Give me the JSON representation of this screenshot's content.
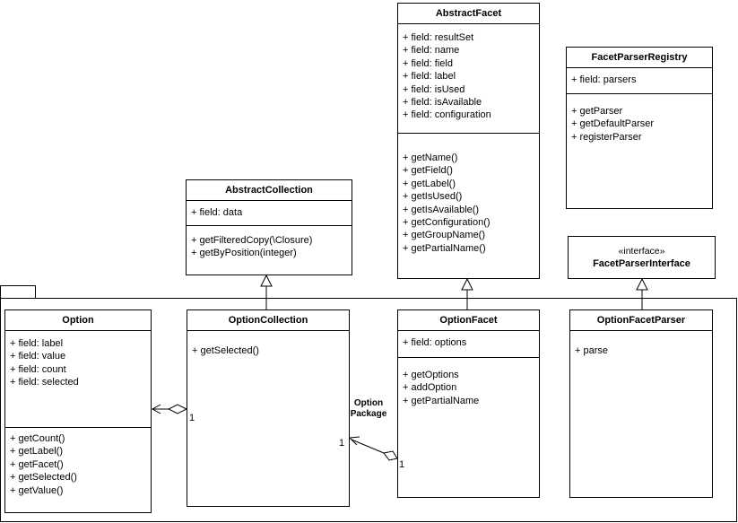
{
  "package": {
    "label_line1": "Option",
    "label_line2": "Package"
  },
  "classes": {
    "abstractFacet": {
      "title": "AbstractFacet",
      "fields": [
        "+ field: resultSet",
        "+ field: name",
        "+ field: field",
        "+ field: label",
        "+ field: isUsed",
        "+ field: isAvailable",
        "+ field: configuration"
      ],
      "methods": [
        "+ getName()",
        "+ getField()",
        "+ getLabel()",
        "+ getIsUsed()",
        "+ getIsAvailable()",
        "+ getConfiguration()",
        "+ getGroupName()",
        "+ getPartialName()"
      ]
    },
    "facetParserRegistry": {
      "title": "FacetParserRegistry",
      "fields": [
        "+ field: parsers"
      ],
      "methods": [
        "+ getParser",
        "+ getDefaultParser",
        "+ registerParser"
      ]
    },
    "abstractCollection": {
      "title": "AbstractCollection",
      "fields": [
        "+ field: data"
      ],
      "methods": [
        "+ getFilteredCopy(\\Closure)",
        "+ getByPosition(integer)"
      ]
    },
    "facetParserInterface": {
      "stereotype": "«interface»",
      "title": "FacetParserInterface"
    },
    "option": {
      "title": "Option",
      "fields": [
        "+ field: label",
        "+ field: value",
        "+ field: count",
        "+ field: selected"
      ],
      "methods": [
        "+ getCount()",
        "+ getLabel()",
        "+ getFacet()",
        "+ getSelected()",
        "+ getValue()"
      ]
    },
    "optionCollection": {
      "title": "OptionCollection",
      "methods": [
        "+ getSelected()"
      ]
    },
    "optionFacet": {
      "title": "OptionFacet",
      "fields": [
        "+ field: options"
      ],
      "methods": [
        "+ getOptions",
        "+ addOption",
        "+ getPartialName"
      ]
    },
    "optionFacetParser": {
      "title": "OptionFacetParser",
      "methods": [
        "+ parse"
      ]
    }
  },
  "multiplicities": {
    "agg_option_collection_end": "1",
    "agg_facet_collection_end": "1",
    "agg_facet_diamond_end": "1"
  }
}
